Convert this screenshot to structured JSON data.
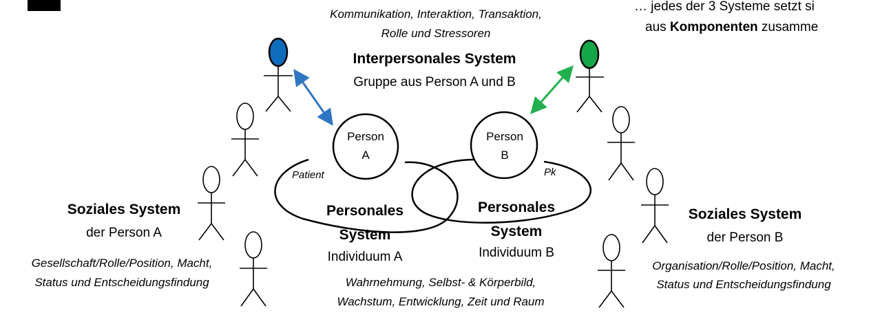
{
  "top_right_note": {
    "line1": "… jedes der 3 Systeme setzt si",
    "line2_bold": "Komponenten",
    "line2_pre": "aus ",
    "line2_post": " zusamme"
  },
  "interpersonal": {
    "components_line1": "Kommunikation, Interaktion, Transaktion,",
    "components_line2": "Rolle und Stressoren",
    "title": "Interpersonales System",
    "subtitle": "Gruppe aus Person A und B"
  },
  "person_a": {
    "line1": "Person",
    "line2": "A",
    "role": "Patient"
  },
  "person_b": {
    "line1": "Person",
    "line2": "B",
    "role": "Pk"
  },
  "personal_a": {
    "title_line1": "Personales",
    "title_line2": "System",
    "subtitle": "Individuum A"
  },
  "personal_b": {
    "title_line1": "Personales",
    "title_line2": "System",
    "subtitle": "Individuum B"
  },
  "personal_components": {
    "line1": "Wahrnehmung, Selbst- & Körperbild,",
    "line2": "Wachstum, Entwicklung, Zeit und Raum"
  },
  "social_a": {
    "title": "Soziales System",
    "subtitle": "der Person A",
    "components_line1": "Gesellschaft/Rolle/Position, Macht,",
    "components_line2": "Status und Entscheidungsfindung"
  },
  "social_b": {
    "title": "Soziales System",
    "subtitle": "der Person B",
    "components_line1": "Organisation/Rolle/Position, Macht,",
    "components_line2": "Status und Entscheidungsfindung"
  },
  "colors": {
    "person_a_head": "#0f6cbd",
    "person_b_head": "#15a64a",
    "arrow_a": "#2f76c2",
    "arrow_b": "#22b04f",
    "stroke": "#000000"
  }
}
